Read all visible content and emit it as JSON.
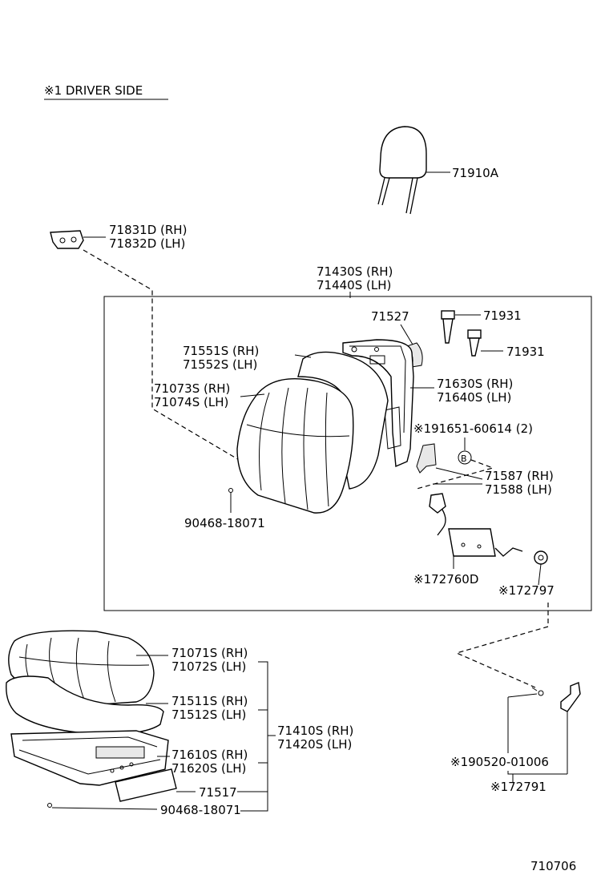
{
  "header": {
    "title": "※1 DRIVER SIDE"
  },
  "labels": {
    "headrest": "71910A",
    "bracket_rh": "71831D (RH)",
    "bracket_lh": "71832D (LH)",
    "back_assy_rh": "71430S (RH)",
    "back_assy_lh": "71440S (LH)",
    "p71527": "71527",
    "guide_top": "71931",
    "guide_bottom": "71931",
    "pad_rh": "71551S (RH)",
    "pad_lh": "71552S (LH)",
    "cover_rh": "71073S (RH)",
    "cover_lh": "71074S (LH)",
    "frame_rh": "71630S (RH)",
    "frame_lh": "71640S (LH)",
    "bolt": "※191651-60614 (2)",
    "bolt_marker": "B",
    "plate_rh": "71587 (RH)",
    "plate_lh": "71588 (LH)",
    "clip_back": "90468-18071",
    "lumbar": "※172760D",
    "knob": "※172797",
    "cushion_cover_rh": "71071S (RH)",
    "cushion_cover_lh": "71072S (LH)",
    "cushion_pad_rh": "71511S (RH)",
    "cushion_pad_lh": "71512S (LH)",
    "cushion_assy_rh": "71410S (RH)",
    "cushion_assy_lh": "71420S (LH)",
    "cushion_frame_rh": "71610S (RH)",
    "cushion_frame_lh": "71620S (LH)",
    "p71517": "71517",
    "clip_cushion": "90468-18071",
    "screw": "※190520-01006",
    "lever": "※172791",
    "diagram_number": "710706"
  }
}
